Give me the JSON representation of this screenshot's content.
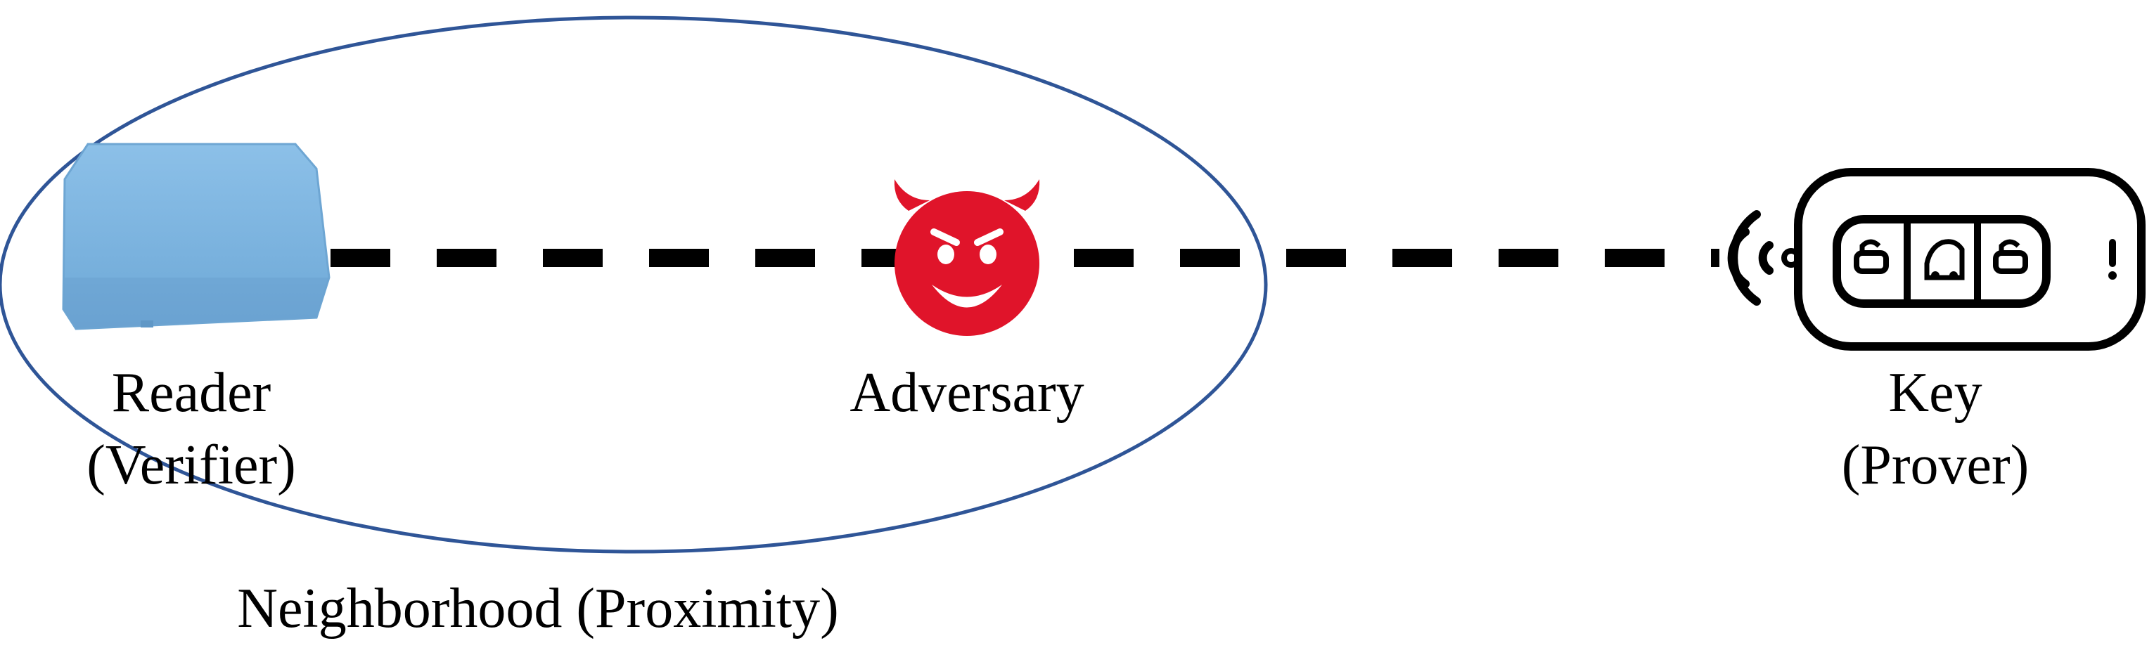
{
  "nodes": {
    "reader": {
      "name": "Reader",
      "role": "(Verifier)",
      "icon": "rfid-reader-icon",
      "color": "#7fb3dd"
    },
    "adversary": {
      "name": "Adversary",
      "icon": "devil-face-icon",
      "color": "#e0142a"
    },
    "key": {
      "name": "Key",
      "role": "(Prover)",
      "icon": "car-key-fob-icon",
      "color": "#000000"
    }
  },
  "region": {
    "label": "Neighborhood (Proximity)",
    "color": "#2f5597"
  },
  "link": {
    "style": "dashed",
    "color": "#000000"
  }
}
